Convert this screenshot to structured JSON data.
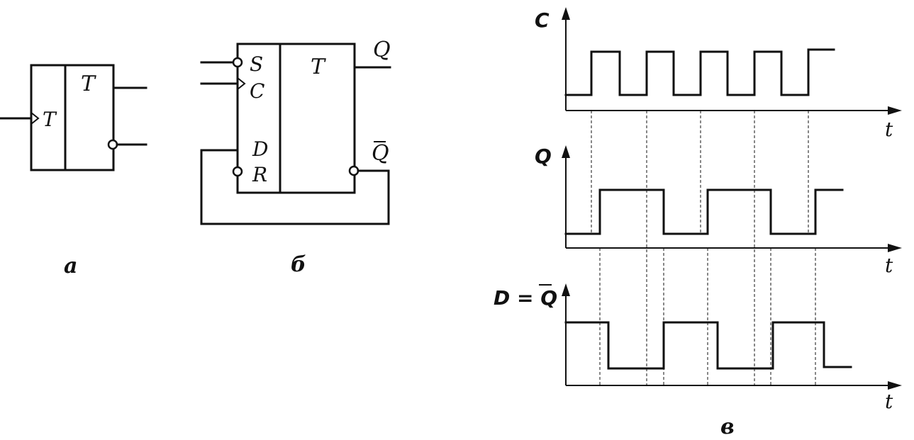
{
  "diagram_a": {
    "input_label": "T",
    "block_label": "T",
    "caption": "а"
  },
  "diagram_b": {
    "pin_s": "S",
    "pin_c": "C",
    "pin_d": "D",
    "pin_r": "R",
    "block_label": "T",
    "out_q": "Q",
    "out_qbar": "Q",
    "caption": "б"
  },
  "diagram_c": {
    "caption": "в",
    "signals": [
      {
        "label": "C",
        "axis": "t"
      },
      {
        "label": "Q",
        "axis": "t"
      },
      {
        "label": "D = Q",
        "axis": "t"
      }
    ]
  }
}
